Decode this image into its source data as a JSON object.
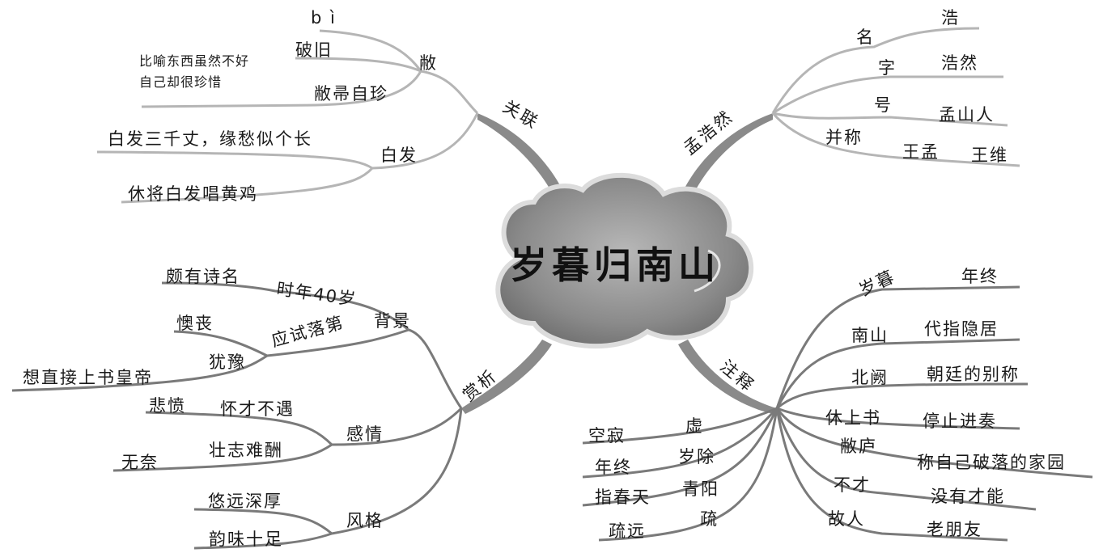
{
  "center": {
    "title": "岁暮归南山"
  },
  "guanlian": {
    "label": "关联",
    "bi": {
      "label": "敝",
      "pinyin": "b ì",
      "meaning": "破旧",
      "idiom": "敝帚自珍",
      "idiom_note_1": "比喻东西虽然不好",
      "idiom_note_2": "自己却很珍惜"
    },
    "baifa": {
      "label": "白发",
      "line1": "白发三千丈，缘愁似个长",
      "line2": "休将白发唱黄鸡"
    }
  },
  "menghaoran": {
    "label": "孟浩然",
    "ming": {
      "key": "名",
      "value": "浩"
    },
    "zi": {
      "key": "字",
      "value": "浩然"
    },
    "hao": {
      "key": "号",
      "value": "孟山人"
    },
    "bingcheng": {
      "key": "并称",
      "value": "王孟",
      "value2": "王维"
    }
  },
  "shangxi": {
    "label": "赏析",
    "beijing": {
      "label": "背景",
      "age": "时年40岁",
      "age_note": "颇有诗名",
      "exam": "应试落第",
      "exam_note": "懊丧",
      "hesitate": "犹豫",
      "hesitate_note": "想直接上书皇帝"
    },
    "ganqing": {
      "label": "感情",
      "a": "怀才不遇",
      "a_note": "悲愤",
      "b": "壮志难酬",
      "b_note": "无奈"
    },
    "fengge": {
      "label": "风格",
      "a": "悠远深厚",
      "b": "韵味十足"
    }
  },
  "zhushi": {
    "label": "注释",
    "right": [
      {
        "term": "岁暮",
        "meaning": "年终"
      },
      {
        "term": "南山",
        "meaning": "代指隐居"
      },
      {
        "term": "北阙",
        "meaning": "朝廷的别称"
      },
      {
        "term": "休上书",
        "meaning": "停止进奏"
      },
      {
        "term": "敝庐",
        "meaning": "称自己破落的家园"
      },
      {
        "term": "不才",
        "meaning": "没有才能"
      },
      {
        "term": "故人",
        "meaning": "老朋友"
      }
    ],
    "left": [
      {
        "term": "虚",
        "meaning": "空寂"
      },
      {
        "term": "岁除",
        "meaning": "年终"
      },
      {
        "term": "青阳",
        "meaning": "指春天"
      },
      {
        "term": "疏",
        "meaning": "疏远"
      }
    ]
  },
  "colors": {
    "branch_dark": "#7a7a7a",
    "branch_light": "#b9b9b9",
    "cloud_fill": "#8c8c8c",
    "cloud_edge": "#dcdcdc"
  }
}
